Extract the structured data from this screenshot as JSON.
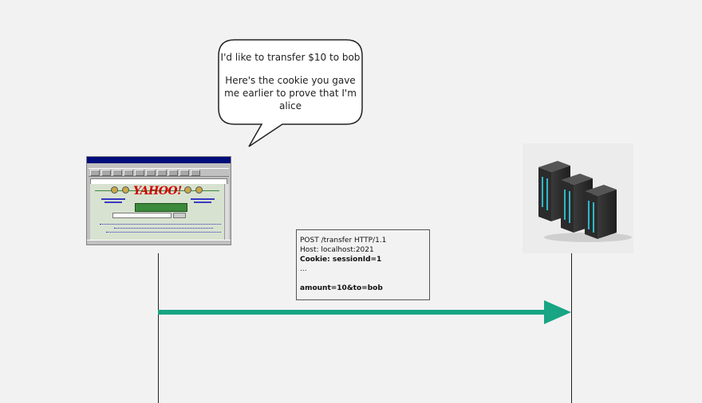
{
  "speech_bubble": {
    "line1": "I'd like to transfer $10 to bob",
    "line2": "Here's the cookie you gave me earlier to prove that I'm alice"
  },
  "browser": {
    "logo": "YAHOO!"
  },
  "request": {
    "line1": "POST /transfer HTTP/1.1",
    "line2": "Host: localhost:2021",
    "line3": "Cookie: sessionId=1",
    "line4": "...",
    "body": "amount=10&to=bob"
  },
  "colors": {
    "arrow": "#17a584",
    "server_led": "#2fb8c9",
    "yahoo_red": "#d20000"
  },
  "icons": {
    "client": "yahoo-browser-window",
    "server": "server-racks-icon"
  }
}
